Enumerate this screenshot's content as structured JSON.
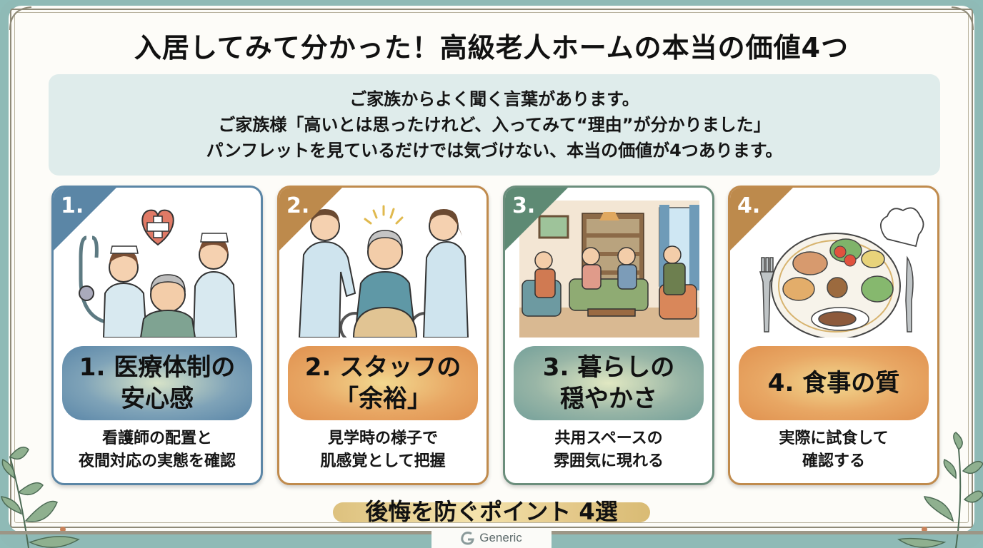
{
  "title": "入居してみて分かった！高級老人ホームの本当の価値4つ",
  "intro": {
    "lines": [
      "ご家族からよく聞く言葉があります。",
      "ご家族様「高いとは思ったけれど、入ってみて“理由”が分かりました」",
      "パンフレットを見ているだけでは気づけない、本当の価値が4つあります。"
    ]
  },
  "cards": [
    {
      "number": "1.",
      "heading_lines": [
        "1. 医療体制の",
        "安心感"
      ],
      "desc_lines": [
        "看護師の配置と",
        "夜間対応の実態を確認"
      ],
      "illustration": "nurses-with-elderly-man-heart-cross",
      "accent": "#5b86a6"
    },
    {
      "number": "2.",
      "heading_lines": [
        "2. スタッフの",
        "「余裕」"
      ],
      "desc_lines": [
        "見学時の様子で",
        "肌感覚として把握"
      ],
      "illustration": "caregivers-with-wheelchair-resident",
      "accent": "#c08b4d"
    },
    {
      "number": "3.",
      "heading_lines": [
        "3. 暮らしの",
        "穏やかさ"
      ],
      "desc_lines": [
        "共用スペースの",
        "雰囲気に現れる"
      ],
      "illustration": "elderly-residents-lounge-tea",
      "accent": "#6b8e7c"
    },
    {
      "number": "4.",
      "heading_lines": [
        "4. 食事の質"
      ],
      "desc_lines": [
        "実際に試食して",
        "確認する"
      ],
      "illustration": "meal-plate-chef-hat-cutlery",
      "accent": "#c08b4d"
    }
  ],
  "footer": {
    "tagline": "後悔を防ぐポイント 4選",
    "brand": "Generic"
  },
  "colors": {
    "frame": "#8fbab6",
    "paper": "#fdfcf8",
    "intro_bg": "#dfeceb",
    "blue": "#5b86a6",
    "gold": "#c08b4d",
    "green": "#6b8e7c"
  }
}
